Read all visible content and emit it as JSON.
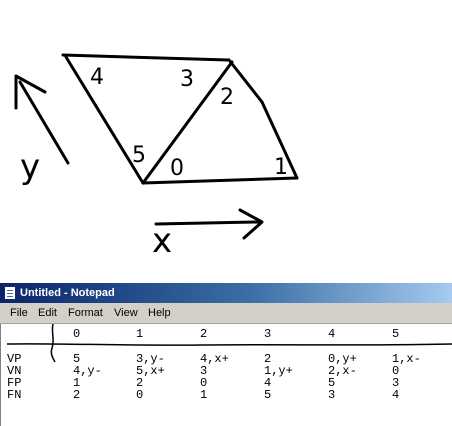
{
  "sketch": {
    "edge_labels": [
      "0",
      "1",
      "2",
      "3",
      "4",
      "5"
    ],
    "axis_x_label": "x",
    "axis_y_label": "y"
  },
  "notepad": {
    "title": "Untitled - Notepad",
    "menu": [
      "File",
      "Edit",
      "Format",
      "View",
      "Help"
    ],
    "columns": [
      "0",
      "1",
      "2",
      "3",
      "4",
      "5"
    ],
    "rows": [
      {
        "label": "VP",
        "values": [
          "5",
          "3,y-",
          "4,x+",
          "2",
          "0,y+",
          "1,x-"
        ]
      },
      {
        "label": "VN",
        "values": [
          "4,y-",
          "5,x+",
          "3",
          "1,y+",
          "2,x-",
          "0"
        ]
      },
      {
        "label": "FP",
        "values": [
          "1",
          "2",
          "0",
          "4",
          "5",
          "3"
        ]
      },
      {
        "label": "FN",
        "values": [
          "2",
          "0",
          "1",
          "5",
          "3",
          "4"
        ]
      }
    ]
  }
}
